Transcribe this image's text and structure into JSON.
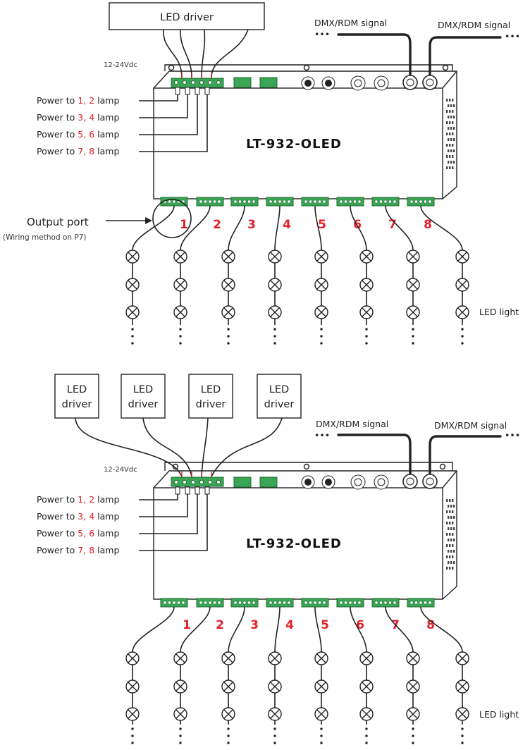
{
  "colors": {
    "accent_red": "#e3202a",
    "terminal_green": "#3aa655",
    "line": "#222222"
  },
  "model_name": "LT-932-OLED",
  "voltage": "12-24Vdc",
  "power_label_prefix": "Power to",
  "power_label_suffix": "lamp",
  "power_lines": [
    {
      "channels": "1, 2"
    },
    {
      "channels": "3, 4"
    },
    {
      "channels": "5, 6"
    },
    {
      "channels": "7, 8"
    }
  ],
  "dmx_signal": "DMX/RDM signal",
  "ellipsis": "•••",
  "led_driver_single": "LED driver",
  "led_driver_multi": [
    {
      "line1": "LED",
      "line2": "driver"
    },
    {
      "line1": "LED",
      "line2": "driver"
    },
    {
      "line1": "LED",
      "line2": "driver"
    },
    {
      "line1": "LED",
      "line2": "driver"
    }
  ],
  "output_port": "Output port",
  "wiring_note": "(Wiring method on P7)",
  "led_light": "LED light",
  "channels": [
    "1",
    "2",
    "3",
    "4",
    "5",
    "6",
    "7",
    "8"
  ]
}
